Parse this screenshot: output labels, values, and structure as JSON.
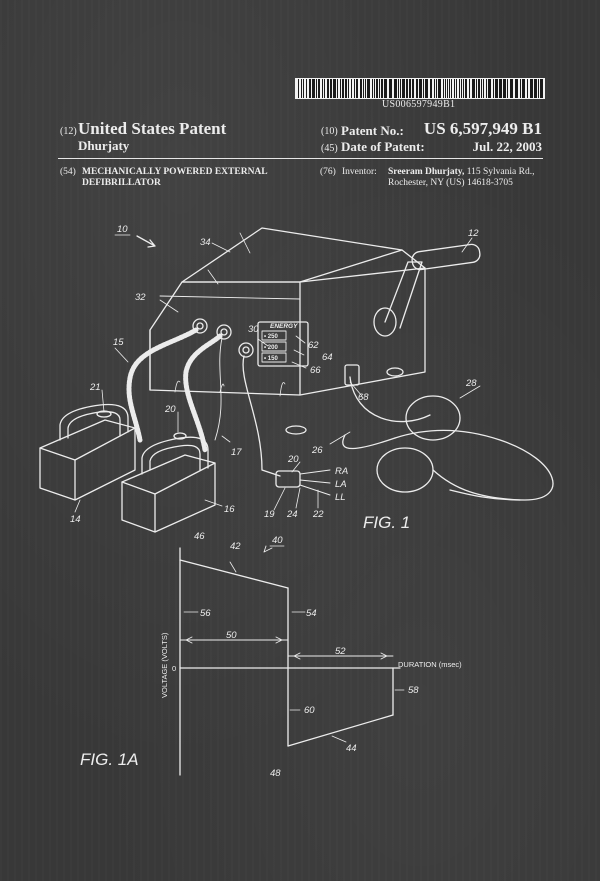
{
  "barcode_text": "US006597949B1",
  "header": {
    "doc_code": "(12)",
    "doc_type": "United States Patent",
    "inventor_surname": "Dhurjaty",
    "patent_no_code": "(10)",
    "patent_no_label": "Patent No.:",
    "patent_no": "US 6,597,949 B1",
    "date_code": "(45)",
    "date_label": "Date of Patent:",
    "date": "Jul. 22, 2003"
  },
  "meta": {
    "title_code": "(54)",
    "title_line1": "MECHANICALLY POWERED EXTERNAL",
    "title_line2": "DEFIBRILLATOR",
    "inventor_code": "(76)",
    "inventor_label": "Inventor:",
    "inventor_name": "Sreeram Dhurjaty,",
    "inventor_addr1": "115 Sylvania Rd.,",
    "inventor_addr2": "Rochester, NY (US) 14618-3705"
  },
  "fig1": {
    "caption": "FIG. 1",
    "energy_title": "ENERGY",
    "energy_levels": [
      "• 250",
      "• 200",
      "• 150"
    ],
    "leads": [
      "RA",
      "LA",
      "LL"
    ],
    "refs": {
      "r10": "10",
      "r12": "12",
      "r14": "14",
      "r15": "15",
      "r16": "16",
      "r17": "17",
      "r19": "19",
      "r20a": "20",
      "r20b": "20",
      "r21": "21",
      "r22": "22",
      "r24": "24",
      "r26": "26",
      "r28": "28",
      "r30": "30",
      "r32": "32",
      "r34": "34",
      "r62": "62",
      "r64": "64",
      "r66": "66",
      "r68": "68"
    }
  },
  "fig1a": {
    "caption": "FIG. 1A",
    "ylabel": "VOLTAGE (VOLTS)",
    "xlabel": "DURATION (msec)",
    "zero": "0",
    "refs": {
      "r40": "40",
      "r42": "42",
      "r44": "44",
      "r46": "46",
      "r48": "48",
      "r50": "50",
      "r52": "52",
      "r54": "54",
      "r56": "56",
      "r58": "58",
      "r60": "60"
    }
  }
}
